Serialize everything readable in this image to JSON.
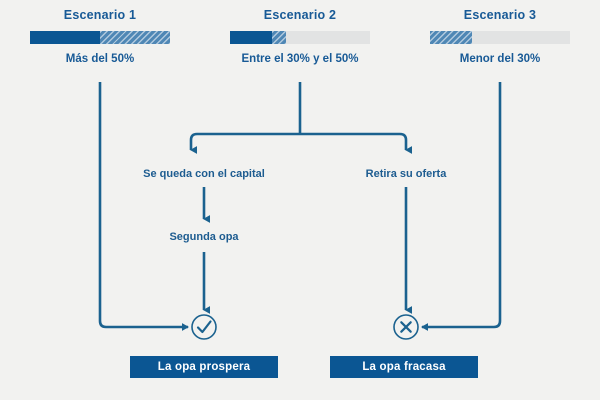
{
  "theme": {
    "background": "#f2f2f0",
    "blue_dark": "#0b5693",
    "blue_mid": "#1d5c90",
    "blue_line": "#1b628f",
    "blue_hatch": "#4f87b5",
    "gray_track": "#e2e3e3",
    "white": "#ffffff"
  },
  "scenarios": [
    {
      "title": "Escenario 1",
      "value_label": "Más del 50%",
      "bar": {
        "solid_pct": 50,
        "hatch_pct": 50,
        "empty_pct": 0
      }
    },
    {
      "title": "Escenario 2",
      "value_label": "Entre el 30% y el 50%",
      "bar": {
        "solid_pct": 30,
        "hatch_pct": 10,
        "empty_pct": 60
      }
    },
    {
      "title": "Escenario 3",
      "value_label": "Menor del 30%",
      "bar": {
        "solid_pct": 0,
        "hatch_pct": 30,
        "empty_pct": 70
      }
    }
  ],
  "nodes": {
    "keeps_capital": "Se queda con el capital",
    "withdraws_offer": "Retira su oferta",
    "second_opa": "Segunda opa"
  },
  "outcomes": {
    "success": {
      "label": "La opa prospera",
      "icon": "check-circle-icon"
    },
    "failure": {
      "label": "La opa fracasa",
      "icon": "x-circle-icon"
    }
  }
}
